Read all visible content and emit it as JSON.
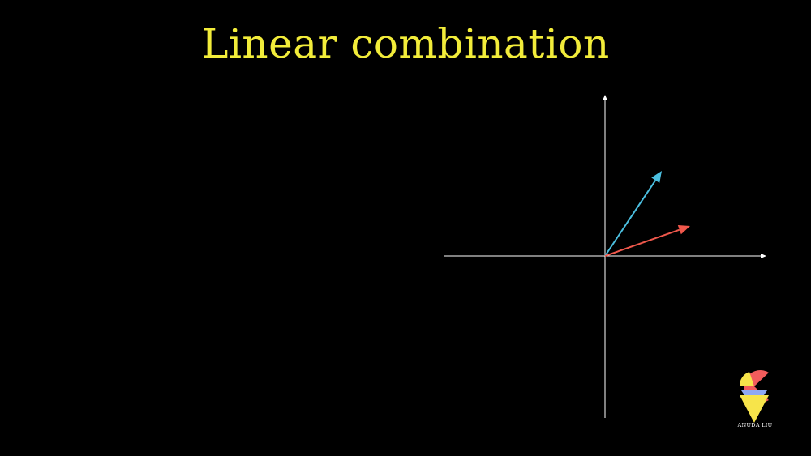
{
  "title": "Linear combination",
  "colors": {
    "background": "#000000",
    "title": "#f2ec3a",
    "axes": "#ffffff",
    "vector_blue": "#4bbfe0",
    "vector_red": "#f0584c",
    "logo_red": "#f25c5c",
    "logo_yellow": "#f7e44a",
    "logo_blue": "#8fa8f2",
    "logo_text": "#ffffff"
  },
  "vectors": [
    {
      "name": "",
      "x": 0.7,
      "y": 1.05,
      "color": "#4bbfe0"
    },
    {
      "name": "",
      "x": 1.05,
      "y": 0.37,
      "color": "#f0584c"
    }
  ],
  "axes": {
    "xlim": [
      -2,
      2
    ],
    "ylim": [
      -2,
      2
    ]
  },
  "logo": {
    "text": "ANUDA LIU"
  }
}
